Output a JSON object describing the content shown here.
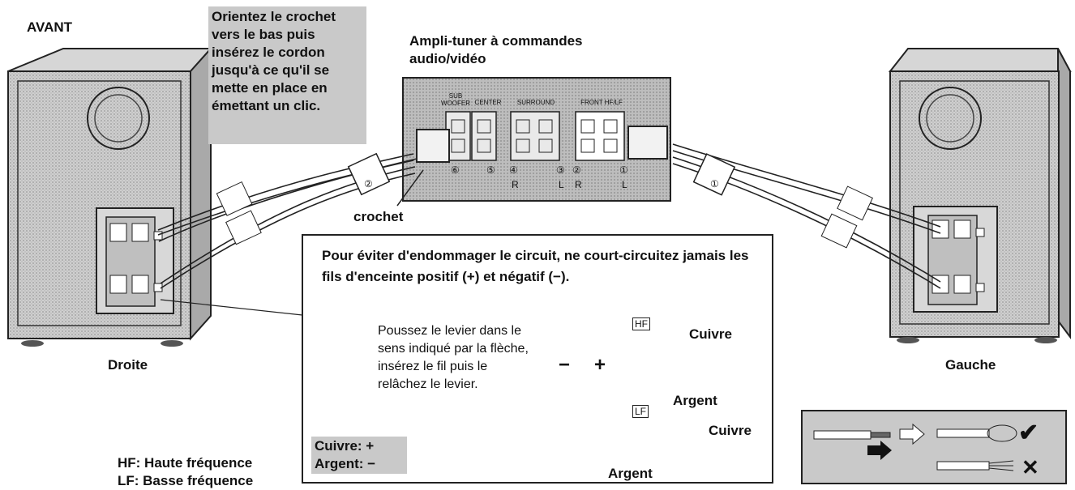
{
  "labels": {
    "front": "AVANT",
    "callout": "Orientez le crochet vers le bas puis insérez le cordon jusqu'à ce qu'il se mette en place en émettant un clic.",
    "amp_title": "Ampli-tuner à commandes audio/vidéo",
    "hook": "crochet",
    "right": "Droite",
    "left": "Gauche"
  },
  "amp_panel": {
    "terminals": [
      "SUB WOOFER",
      "CENTER",
      "SURROUND",
      "FRONT HF/LF"
    ],
    "numbers": [
      "⑥",
      "⑤",
      "④",
      "③",
      "②",
      "①"
    ],
    "channels": [
      "R",
      "L",
      "R",
      "L"
    ]
  },
  "cable_tags": [
    "②",
    "①"
  ],
  "warning": {
    "text": "Pour éviter d'endommager le circuit, ne court-circuitez jamais les fils d'enceinte positif (+) et négatif (−).",
    "instruction": "Poussez le levier dans le sens indiqué par la flèche, insérez le fil puis le relâchez le levier.",
    "hf_tag": "HF",
    "lf_tag": "LF",
    "minus": "−",
    "plus": "+",
    "copper_1": "Cuivre",
    "silver_1": "Argent",
    "copper_2": "Cuivre",
    "silver_2": "Argent",
    "legend_copper": "Cuivre: +",
    "legend_silver": "Argent: −"
  },
  "legend": {
    "hf": "HF: Haute fréquence",
    "lf": "LF: Basse fréquence"
  },
  "wire_strip": {
    "ok": "✔",
    "bad": "✕"
  }
}
